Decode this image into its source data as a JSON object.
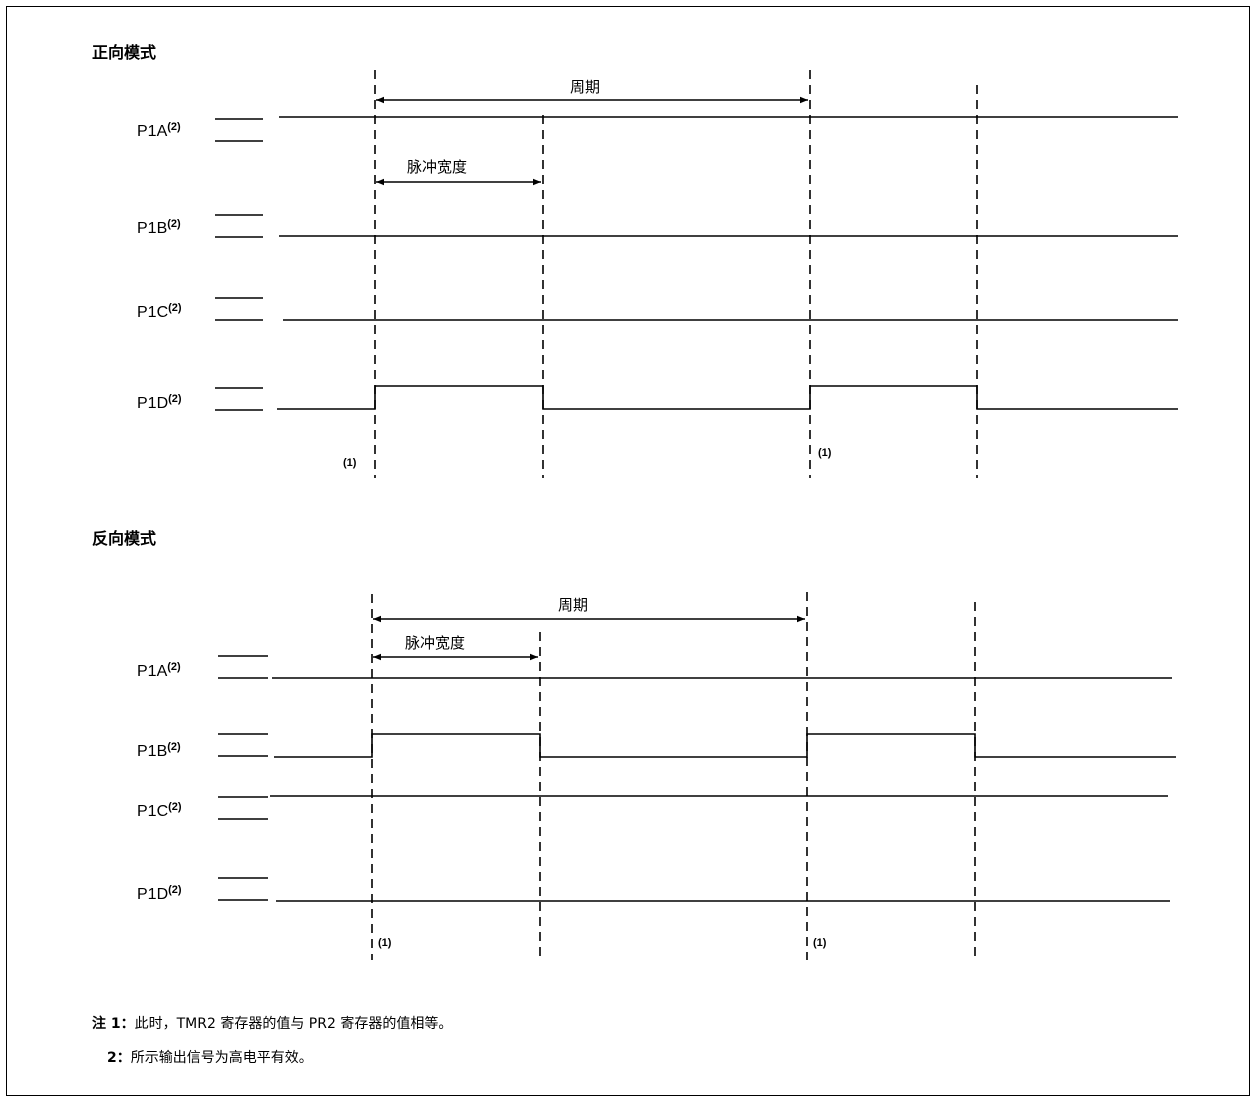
{
  "forward": {
    "title": "正向模式",
    "period_label": "周期",
    "pulse_label": "脉冲宽度",
    "signals": [
      {
        "name": "P1A",
        "sup": "(2)"
      },
      {
        "name": "P1B",
        "sup": "(2)"
      },
      {
        "name": "P1C",
        "sup": "(2)"
      },
      {
        "name": "P1D",
        "sup": "(2)"
      }
    ],
    "markers": [
      "(1)",
      "(1)"
    ]
  },
  "reverse": {
    "title": "反向模式",
    "period_label": "周期",
    "pulse_label": "脉冲宽度",
    "signals": [
      {
        "name": "P1A",
        "sup": "(2)"
      },
      {
        "name": "P1B",
        "sup": "(2)"
      },
      {
        "name": "P1C",
        "sup": "(2)"
      },
      {
        "name": "P1D",
        "sup": "(2)"
      }
    ],
    "markers": [
      "(1)",
      "(1)"
    ]
  },
  "notes": {
    "note1_prefix": "注 1：",
    "note1_text": "此时，TMR2 寄存器的值与 PR2 寄存器的值相等。",
    "note2_prefix": "2：",
    "note2_text": "所示输出信号为高电平有效。"
  }
}
